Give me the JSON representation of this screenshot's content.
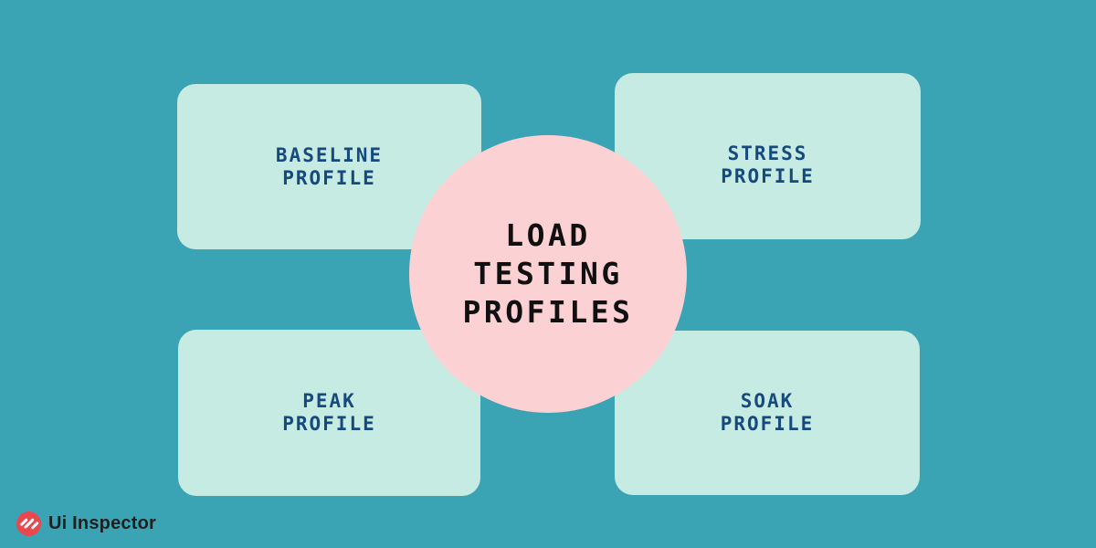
{
  "center": {
    "label": "LOAD\nTESTING\nPROFILES"
  },
  "cards": [
    {
      "id": "baseline",
      "label": "BASELINE\nPROFILE"
    },
    {
      "id": "stress",
      "label": "STRESS\nPROFILE"
    },
    {
      "id": "peak",
      "label": "PEAK\nPROFILE"
    },
    {
      "id": "soak",
      "label": "SOAK\nPROFILE"
    }
  ],
  "footer": {
    "brand": "Ui Inspector"
  },
  "colors": {
    "background": "#3AA4B5",
    "card": "#C5EBE2",
    "circle": "#FCD1D3",
    "card_text": "#17497E",
    "center_text": "#101010",
    "logo_red": "#E8484E",
    "logo_text": "#1F1F1F"
  }
}
